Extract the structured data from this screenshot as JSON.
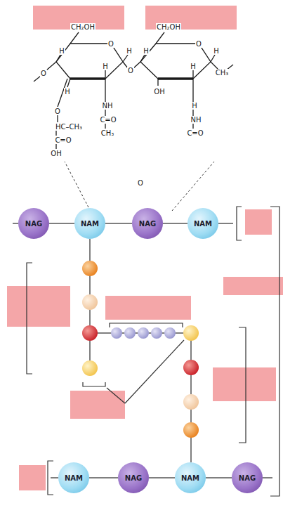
{
  "diagram": {
    "nodes": [
      {
        "text": [
          "NAG"
        ]
      },
      {
        "text": [
          "NAM"
        ]
      },
      {
        "text": [
          "NAG"
        ]
      },
      {
        "text": [
          "NAM"
        ]
      },
      {
        "text": [
          "NAM"
        ]
      },
      {
        "text": [
          "NAG"
        ]
      },
      {
        "text": [
          "NAM"
        ]
      },
      {
        "text": [
          "NAG"
        ]
      }
    ],
    "edges": [
      {
        "from": 0,
        "to": 1,
        "arrow": "none"
      },
      {
        "from": 1,
        "to": 2,
        "arrow": "none"
      },
      {
        "from": 2,
        "to": 3,
        "arrow": "none"
      },
      {
        "from": 4,
        "to": 5,
        "arrow": "none"
      },
      {
        "from": 5,
        "to": 6,
        "arrow": "none"
      },
      {
        "from": 6,
        "to": 7,
        "arrow": "none"
      }
    ],
    "labels": [
      "CH₂OH",
      "O",
      "O",
      "H",
      "H",
      "H",
      "H",
      "NH",
      "C=O",
      "CH₃",
      "O",
      "HC–CH₃",
      "C=O",
      "OH",
      "O",
      "CH₂OH",
      "O",
      "H",
      "OH",
      "H",
      "H",
      "H",
      "NH",
      "C=O",
      "CH₃",
      "O"
    ]
  }
}
